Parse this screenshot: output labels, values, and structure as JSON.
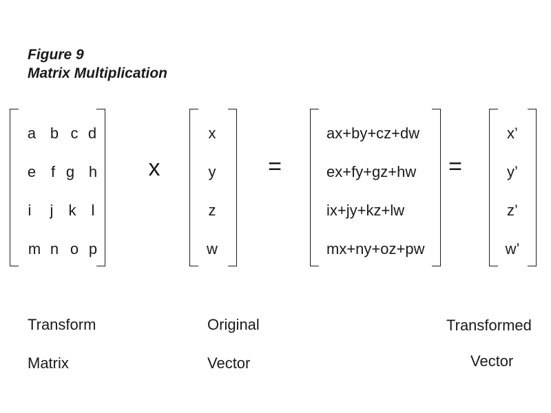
{
  "figure": {
    "number": "Figure 9",
    "title": "Matrix Multiplication"
  },
  "transform_matrix": {
    "rows": [
      [
        "a",
        "b",
        "c",
        "d"
      ],
      [
        "e",
        "f",
        "g",
        "h"
      ],
      [
        "i",
        "j",
        "k",
        "l"
      ],
      [
        "m",
        "n",
        "o",
        "p"
      ]
    ]
  },
  "original_vector": [
    "x",
    "y",
    "z",
    "w"
  ],
  "product_vector": [
    "ax+by+cz+dw",
    "ex+fy+gz+hw",
    "ix+jy+kz+lw",
    "mx+ny+oz+pw"
  ],
  "transformed_vector": [
    "x’",
    "y’",
    "z’",
    "w’"
  ],
  "operators": {
    "multiply": "x",
    "equals_1": "=",
    "equals_2": "="
  },
  "labels": {
    "transform": [
      "Transform",
      "Matrix"
    ],
    "original": [
      "Original",
      "Vector"
    ],
    "transformed": [
      "Transformed",
      "Vector"
    ]
  }
}
